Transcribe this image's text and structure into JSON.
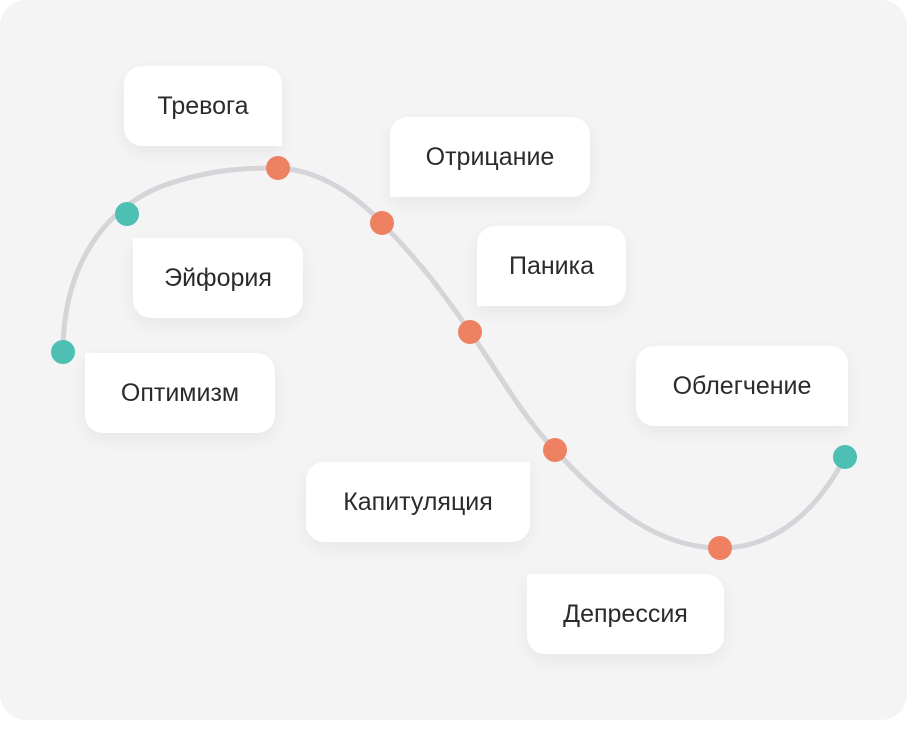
{
  "stages": {
    "trevoga": "Тревога",
    "otricanie": "Отрицание",
    "panika": "Паника",
    "eyforia": "Эйфория",
    "optimizm": "Оптимизм",
    "oblegchenie": "Облегчение",
    "kapitulyacia": "Капитуляция",
    "depressia": "Депрессия"
  },
  "colors": {
    "curve": "#d4d4d9",
    "dot_positive": "#4dbfb3",
    "dot_negative": "#ee8162",
    "background": "#f4f4f5",
    "label_bg": "#ffffff",
    "text": "#2b2b2b"
  }
}
